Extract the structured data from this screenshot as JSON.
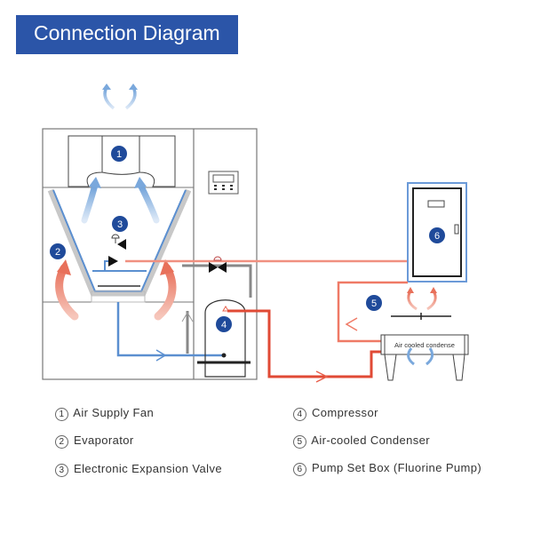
{
  "title": "Connection Diagram",
  "badges": {
    "b1": "1",
    "b2": "2",
    "b3": "3",
    "b4": "4",
    "b5": "5",
    "b6": "6"
  },
  "condenser_label": "Air cooled condense",
  "legend": [
    {
      "num": "1",
      "label": "Air Supply Fan"
    },
    {
      "num": "2",
      "label": "Evaporator"
    },
    {
      "num": "3",
      "label": "Electronic Expansion Valve"
    },
    {
      "num": "4",
      "label": "Compressor"
    },
    {
      "num": "5",
      "label": "Air-cooled Condenser"
    },
    {
      "num": "6",
      "label": "Pump Set Box (Fluorine Pump)"
    }
  ],
  "colors": {
    "title_bg": "#2b55a8",
    "badge": "#1f4a9a",
    "hot": "#e8604c",
    "cold": "#5b8fd0"
  }
}
